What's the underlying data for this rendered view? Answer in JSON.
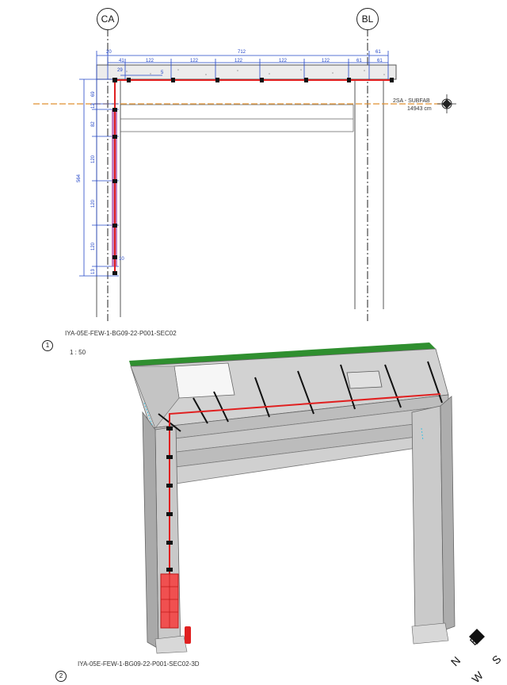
{
  "gridlines": {
    "left": "CA",
    "right": "BL"
  },
  "level": {
    "name": "2SA - SUBFAB",
    "elevation": "14943 cm"
  },
  "dimensions": {
    "top_total": "712",
    "top_right": "61",
    "top_small_left": "20",
    "top_seg_0": "41",
    "top_segments": [
      "122",
      "122",
      "122",
      "122",
      "122"
    ],
    "top_end_1": "61",
    "top_end_2": "61",
    "top_pipe_offset": "5",
    "left_total": "564",
    "left_top_1": "69",
    "left_top_2": "12",
    "left_top_3": "82",
    "left_segments": [
      "120",
      "120",
      "120"
    ],
    "left_bottom_1": "10",
    "left_bottom_2": "13",
    "left_offset": "29"
  },
  "views": [
    {
      "number": "1",
      "title": "IYA-05E-FEW-1-BG09-22-P001-SEC02",
      "scale": "1 : 50"
    },
    {
      "number": "2",
      "title": "IYA-05E-FEW-1-BG09-22-P001-SEC02-3D"
    }
  ],
  "compass": {
    "n": "N",
    "e": "E",
    "w": "W",
    "s": "S"
  },
  "colors": {
    "pipe": "#e02020",
    "dimension": "#2346c8",
    "level_line": "#e09030",
    "roof": "#2f8f2f",
    "concrete": "#cfcfcf"
  }
}
